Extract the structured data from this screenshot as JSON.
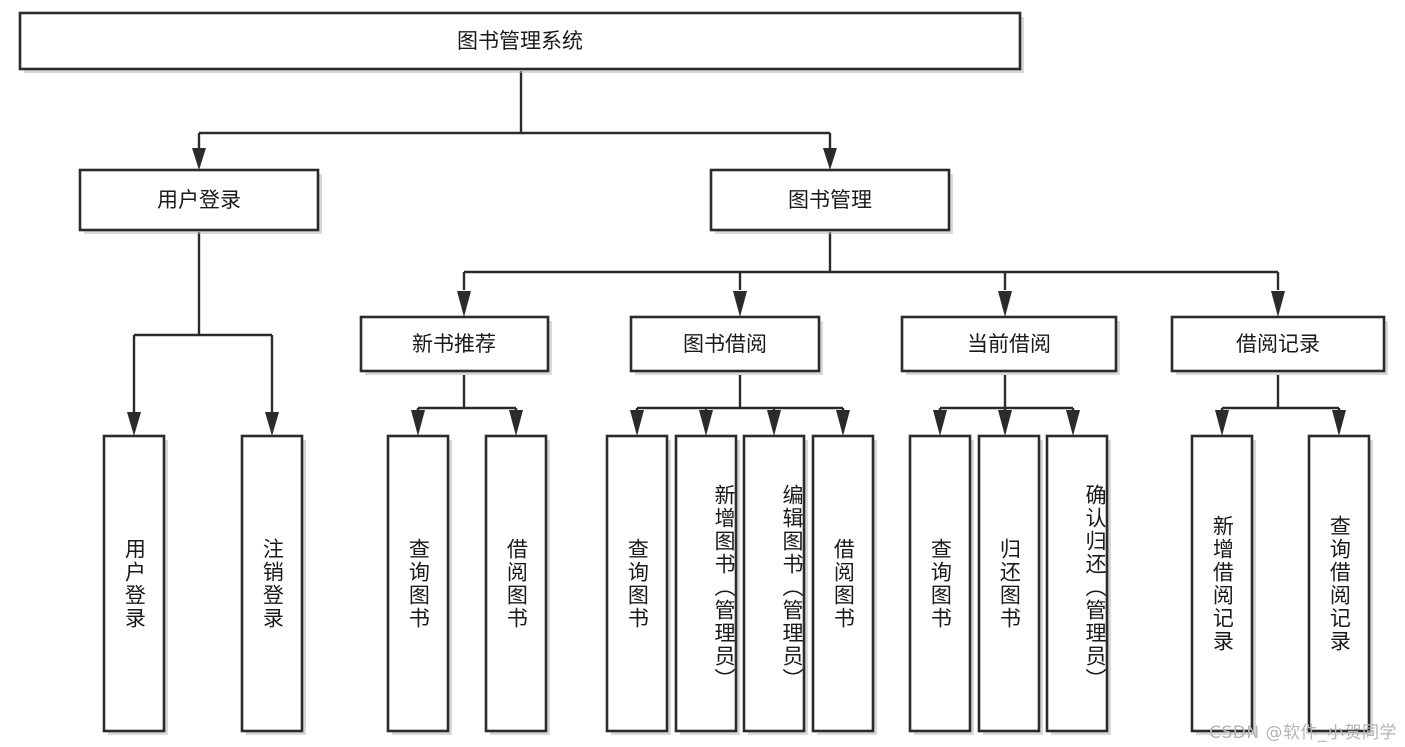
{
  "diagram": {
    "title": "图书管理系统",
    "type": "tree",
    "root": {
      "id": "root",
      "label": "图书管理系统"
    },
    "level2": [
      {
        "id": "user-login",
        "label": "用户登录"
      },
      {
        "id": "book-manage",
        "label": "图书管理"
      }
    ],
    "level3": [
      {
        "id": "new-book-recommend",
        "label": "新书推荐",
        "parent": "book-manage"
      },
      {
        "id": "book-borrow",
        "label": "图书借阅",
        "parent": "book-manage"
      },
      {
        "id": "current-borrow",
        "label": "当前借阅",
        "parent": "book-manage"
      },
      {
        "id": "borrow-record",
        "label": "借阅记录",
        "parent": "book-manage"
      }
    ],
    "leaves": [
      {
        "id": "leaf-user-login",
        "label": "用户登录",
        "parent": "user-login"
      },
      {
        "id": "leaf-logout",
        "label": "注销登录",
        "parent": "user-login"
      },
      {
        "id": "leaf-query-book-1",
        "label": "查询图书",
        "parent": "new-book-recommend"
      },
      {
        "id": "leaf-borrow-book-1",
        "label": "借阅图书",
        "parent": "new-book-recommend"
      },
      {
        "id": "leaf-query-book-2",
        "label": "查询图书",
        "parent": "book-borrow"
      },
      {
        "id": "leaf-add-book",
        "label": "新增图书（管理员）",
        "parent": "book-borrow"
      },
      {
        "id": "leaf-edit-book",
        "label": "编辑图书（管理员）",
        "parent": "book-borrow"
      },
      {
        "id": "leaf-borrow-book-2",
        "label": "借阅图书",
        "parent": "book-borrow"
      },
      {
        "id": "leaf-query-book-3",
        "label": "查询图书",
        "parent": "current-borrow"
      },
      {
        "id": "leaf-return-book",
        "label": "归还图书",
        "parent": "current-borrow"
      },
      {
        "id": "leaf-confirm-return",
        "label": "确认归还（管理员）",
        "parent": "current-borrow"
      },
      {
        "id": "leaf-add-record",
        "label": "新增借阅记录",
        "parent": "borrow-record"
      },
      {
        "id": "leaf-query-record",
        "label": "查询借阅记录",
        "parent": "borrow-record"
      }
    ]
  },
  "watermark": {
    "text": "CSDN @软件_小贺同学"
  },
  "colors": {
    "box_stroke": "#2b2b2b",
    "box_fill": "#ffffff",
    "edge": "#2b2b2b",
    "text": "#1a1a1a",
    "watermark": "#b5b5b5",
    "background": "#ffffff"
  }
}
